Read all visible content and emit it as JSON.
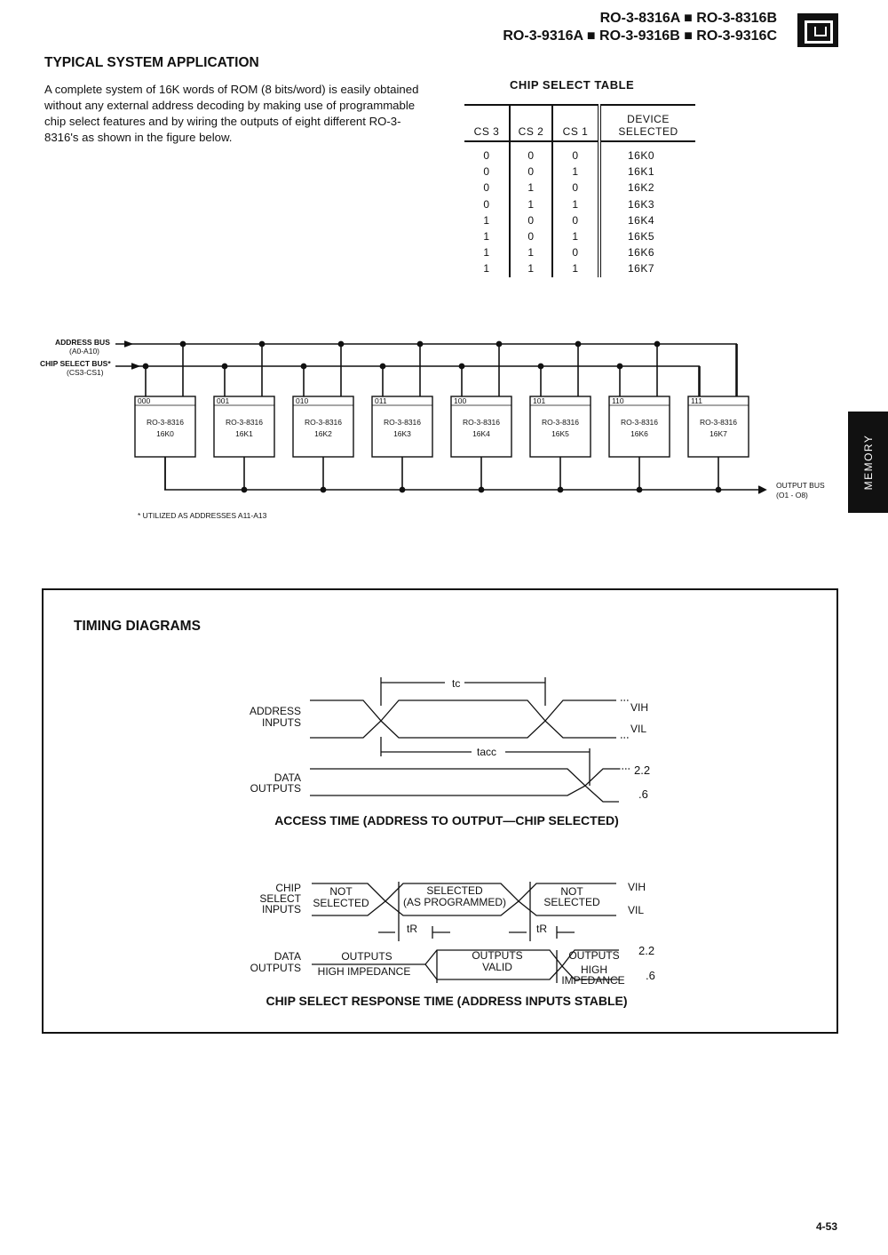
{
  "header": {
    "line1": "RO-3-8316A ■ RO-3-8316B",
    "line2": "RO-3-9316A ■ RO-3-9316B ■ RO-3-9316C"
  },
  "logo": "gi-logo",
  "application": {
    "title": "TYPICAL SYSTEM APPLICATION",
    "body": "A complete system of 16K words of ROM (8 bits/word) is easily obtained without any external address decoding by making use of programmable chip select features and by wiring the outputs of eight different RO-3-8316's as shown in the figure below."
  },
  "chip_select_table": {
    "title": "CHIP SELECT TABLE",
    "headers": [
      "CS 3",
      "CS 2",
      "CS 1",
      "DEVICE SELECTED"
    ],
    "rows": [
      [
        "0",
        "0",
        "0",
        "16K0"
      ],
      [
        "0",
        "0",
        "1",
        "16K1"
      ],
      [
        "0",
        "1",
        "0",
        "16K2"
      ],
      [
        "0",
        "1",
        "1",
        "16K3"
      ],
      [
        "1",
        "0",
        "0",
        "16K4"
      ],
      [
        "1",
        "0",
        "1",
        "16K5"
      ],
      [
        "1",
        "1",
        "0",
        "16K6"
      ],
      [
        "1",
        "1",
        "1",
        "16K7"
      ]
    ]
  },
  "block_diagram": {
    "address_bus": "ADDRESS BUS",
    "address_bus_range": "(A0-A10)",
    "chip_select_bus": "CHIP SELECT BUS*",
    "chip_select_range": "(CS3-CS1)",
    "output_bus": "OUTPUT BUS",
    "output_bus_range": "(O1 - O8)",
    "footnote": "* UTILIZED AS ADDRESSES A11-A13",
    "chips": [
      {
        "code": "000",
        "part": "RO-3-8316",
        "name": "16K0"
      },
      {
        "code": "001",
        "part": "RO-3-8316",
        "name": "16K1"
      },
      {
        "code": "010",
        "part": "RO-3-8316",
        "name": "16K2"
      },
      {
        "code": "011",
        "part": "RO-3-8316",
        "name": "16K3"
      },
      {
        "code": "100",
        "part": "RO-3-8316",
        "name": "16K4"
      },
      {
        "code": "101",
        "part": "RO-3-8316",
        "name": "16K5"
      },
      {
        "code": "110",
        "part": "RO-3-8316",
        "name": "16K6"
      },
      {
        "code": "111",
        "part": "RO-3-8316",
        "name": "16K7"
      }
    ]
  },
  "side_tab": "MEMORY",
  "timing": {
    "title": "TIMING DIAGRAMS",
    "access": {
      "address_label_1": "ADDRESS",
      "address_label_2": "INPUTS",
      "tc": "tc",
      "tacc": "tacc",
      "vih": "VIH",
      "vil": "VIL",
      "data_label_1": "DATA",
      "data_label_2": "OUTPUTS",
      "v_high": "2.2",
      "v_low": ".6",
      "caption": "ACCESS TIME (ADDRESS TO OUTPUT—CHIP SELECTED)"
    },
    "chip_select": {
      "cs_label_1": "CHIP",
      "cs_label_2": "SELECT",
      "cs_label_3": "INPUTS",
      "not_selected_1": "NOT",
      "not_selected_2": "SELECTED",
      "selected_1": "SELECTED",
      "selected_2": "(AS PROGRAMMED)",
      "vih": "VIH",
      "vil": "VIL",
      "tr": "tR",
      "data_label_1": "DATA",
      "data_label_2": "OUTPUTS",
      "outputs": "OUTPUTS",
      "high_impedance": "HIGH IMPEDANCE",
      "high": "HIGH",
      "impedance": "IMPEDANCE",
      "valid": "VALID",
      "v_high": "2.2",
      "v_low": ".6",
      "caption": "CHIP SELECT RESPONSE TIME (ADDRESS INPUTS STABLE)"
    }
  },
  "page_number": "4-53"
}
